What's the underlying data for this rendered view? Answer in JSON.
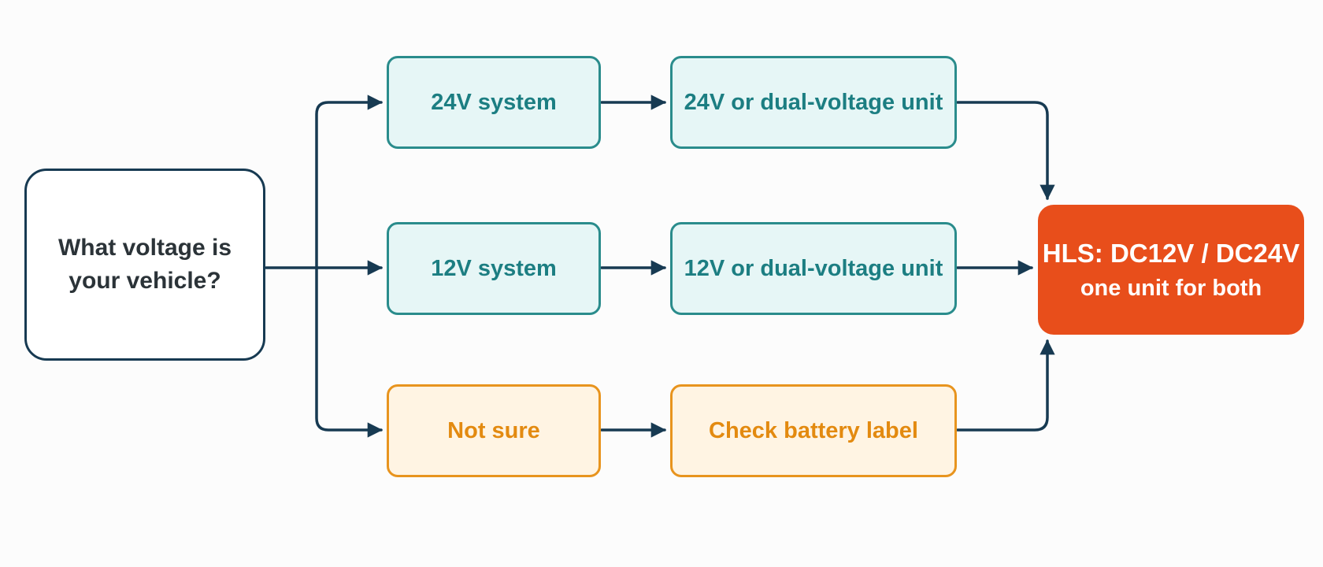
{
  "start": {
    "line1": "What voltage is",
    "line2": "your vehicle?"
  },
  "options": [
    {
      "label": "24V system",
      "result": "24V or dual-voltage unit"
    },
    {
      "label": "12V system",
      "result": "12V or dual-voltage unit"
    },
    {
      "label": "Not sure",
      "result": "Check battery label"
    }
  ],
  "final": {
    "title": "HLS: DC12V / DC24V",
    "subtitle": "one unit for both"
  },
  "colors": {
    "connector": "#173a52",
    "teal_border": "#2a8c8c",
    "teal_fill": "#e6f6f6",
    "amber_border": "#e8941e",
    "amber_fill": "#fff4e3",
    "result_fill": "#e84e1b"
  }
}
